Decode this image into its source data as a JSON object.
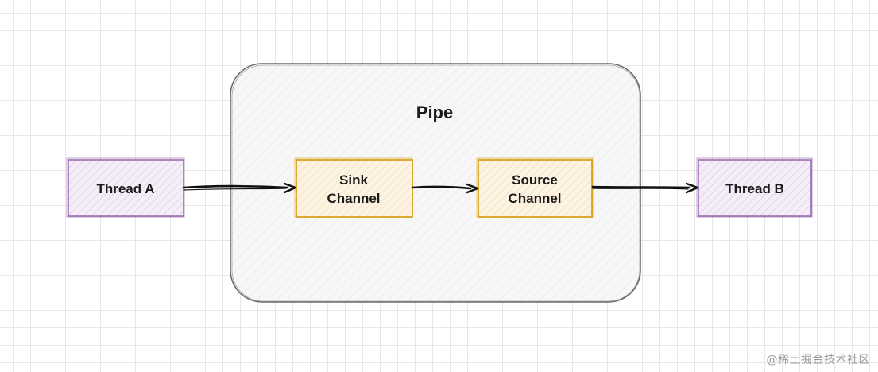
{
  "diagram": {
    "container": {
      "label": "Pipe"
    },
    "nodes": {
      "thread_a": {
        "label": "Thread A"
      },
      "sink_channel": {
        "line1": "Sink",
        "line2": "Channel"
      },
      "source_channel": {
        "line1": "Source",
        "line2": "Channel"
      },
      "thread_b": {
        "label": "Thread B"
      }
    },
    "edges": [
      {
        "from": "Thread A",
        "to": "Sink Channel"
      },
      {
        "from": "Sink Channel",
        "to": "Source Channel"
      },
      {
        "from": "Source Channel",
        "to": "Thread B"
      }
    ]
  },
  "colors": {
    "thread_stroke": "#9c6bb0",
    "thread_fill": "#f4eef7",
    "channel_stroke": "#d6a21e",
    "channel_fill": "#fdf3e2",
    "pipe_stroke": "#6b6b6b",
    "pipe_fill": "#f7f7f7"
  },
  "watermark": "@稀土掘金技术社区"
}
